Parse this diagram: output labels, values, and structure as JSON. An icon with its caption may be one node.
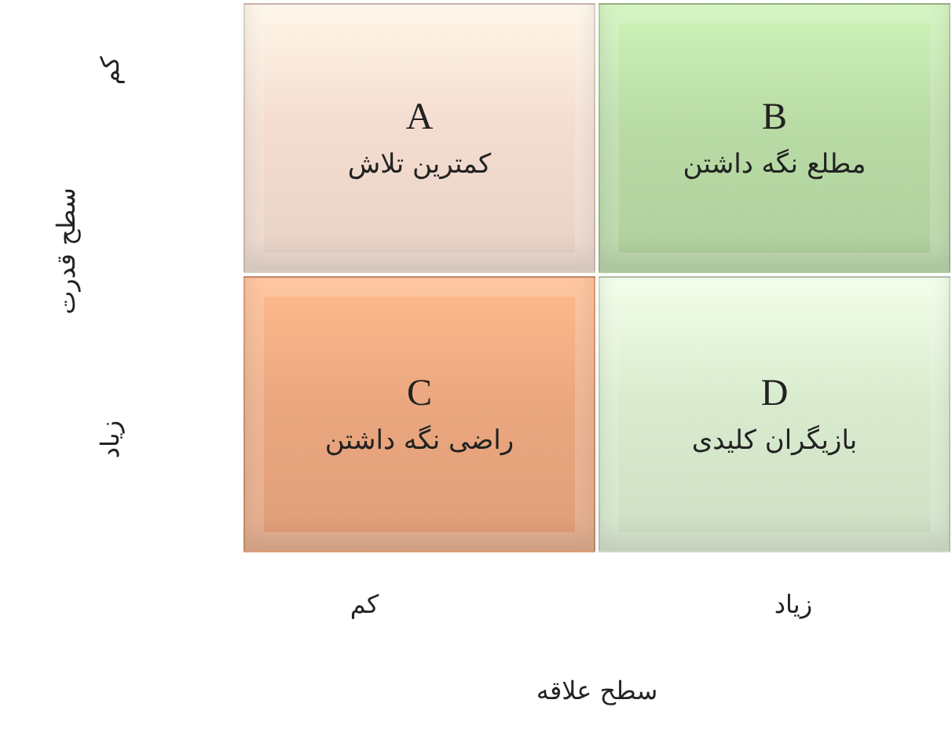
{
  "diagram": {
    "nodes": [
      {
        "text": [
          "A",
          "کمترین تلاش"
        ]
      },
      {
        "text": [
          "B",
          "مطلع نگه داشتن"
        ]
      },
      {
        "text": [
          "C",
          "راضی نگه داشتن"
        ]
      },
      {
        "text": [
          "D",
          "بازیگران کلیدی"
        ]
      }
    ],
    "labels": [
      "کم",
      "سطح قدرت",
      "زیاد",
      "کم",
      "زیاد",
      "سطح علاقه"
    ]
  }
}
